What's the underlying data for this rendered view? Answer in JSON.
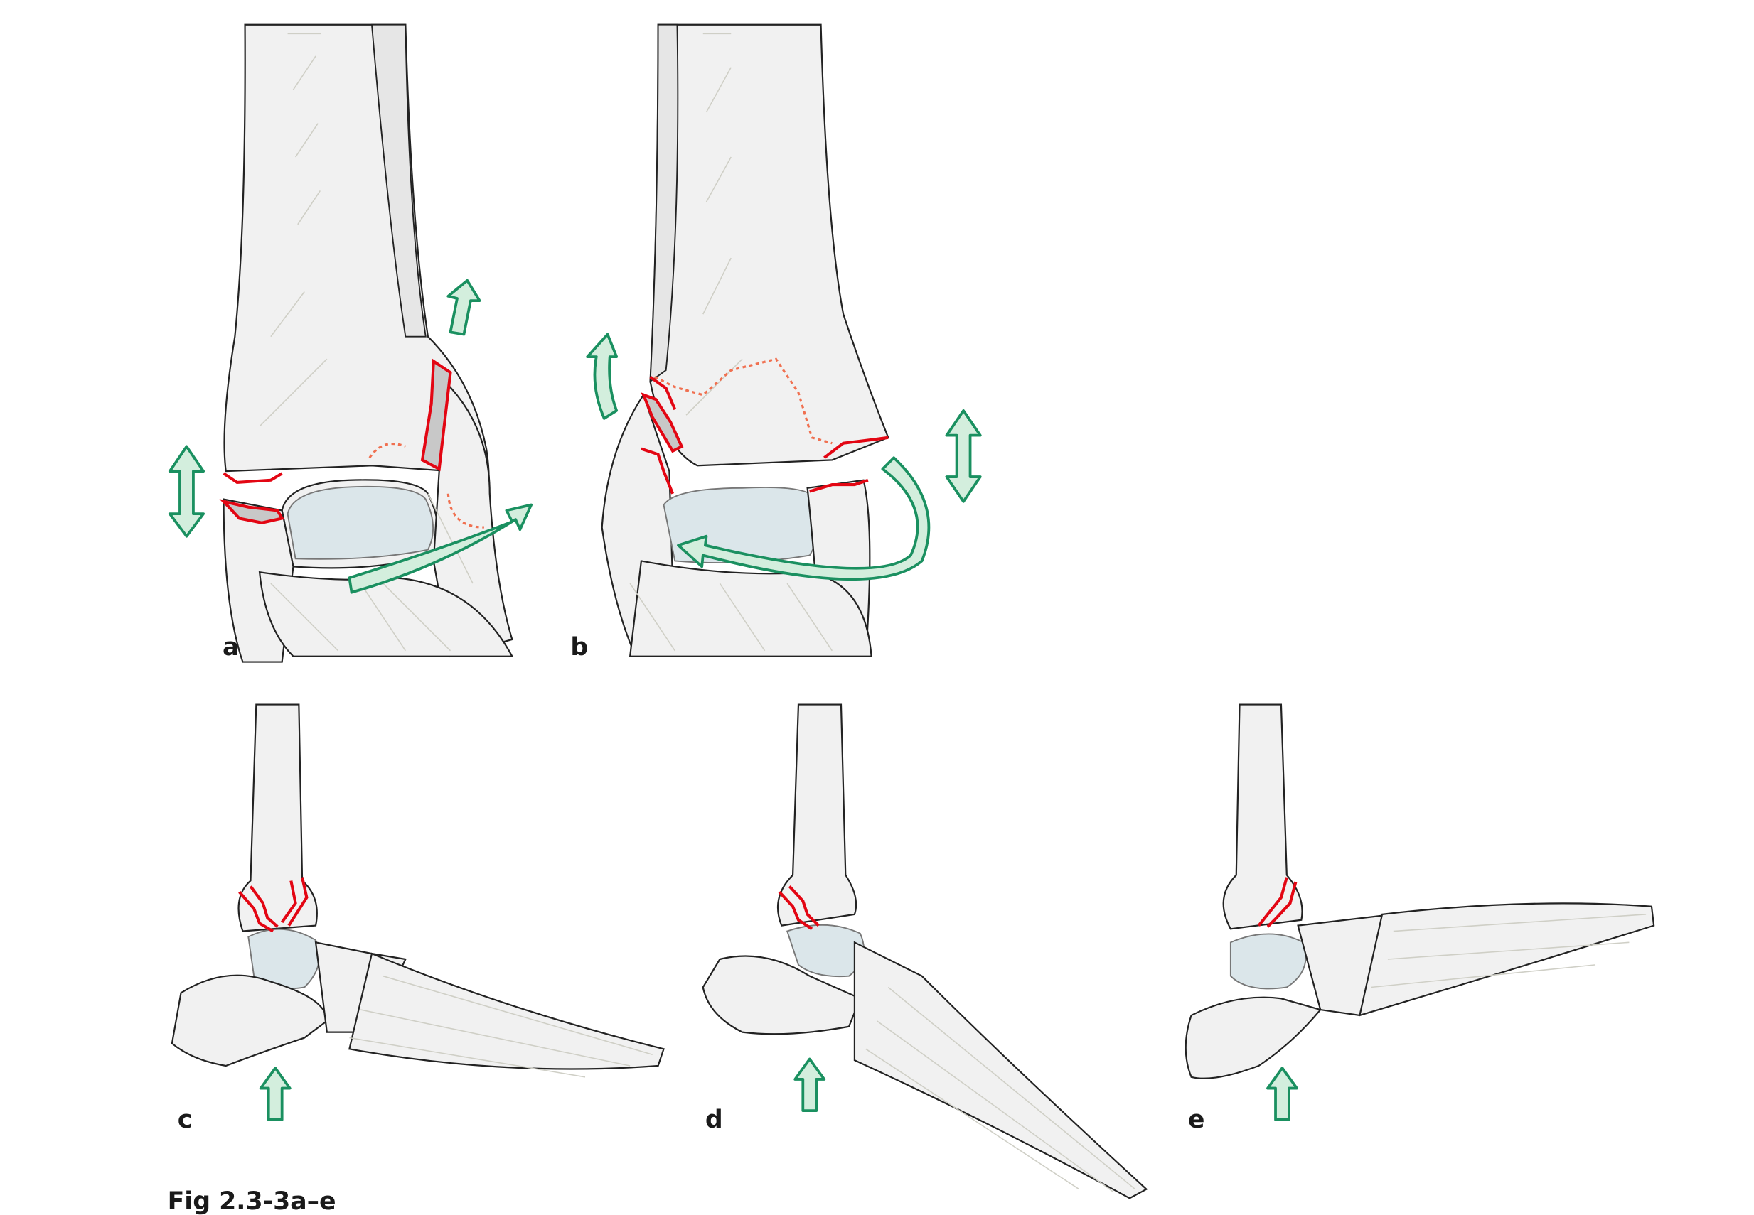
{
  "figure": {
    "panels": [
      {
        "label": "a"
      },
      {
        "label": "b"
      },
      {
        "label": "c"
      },
      {
        "label": "d"
      },
      {
        "label": "e"
      }
    ],
    "caption": "Fig 2.3-3a–e",
    "colors": {
      "fracture": "#e30613",
      "arrow_fill": "#d3eedd",
      "arrow_stroke": "#1a9060",
      "bone": "#f1f1f1",
      "cartilage": "#dbe6ea"
    }
  }
}
